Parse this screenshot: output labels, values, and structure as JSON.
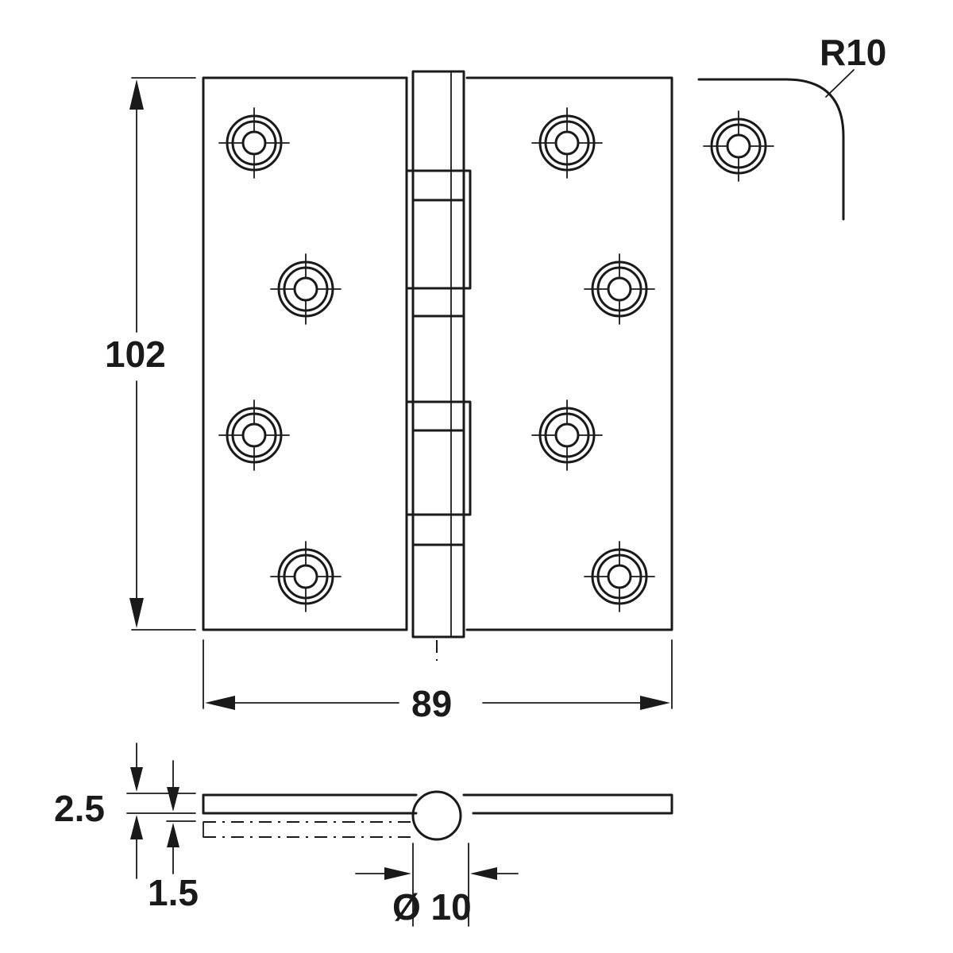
{
  "dimensions": {
    "height": "102",
    "width": "89",
    "corner_radius": "R10",
    "leaf_thickness": "2.5",
    "gap": "1.5",
    "knuckle_diameter": "Ø 10"
  }
}
